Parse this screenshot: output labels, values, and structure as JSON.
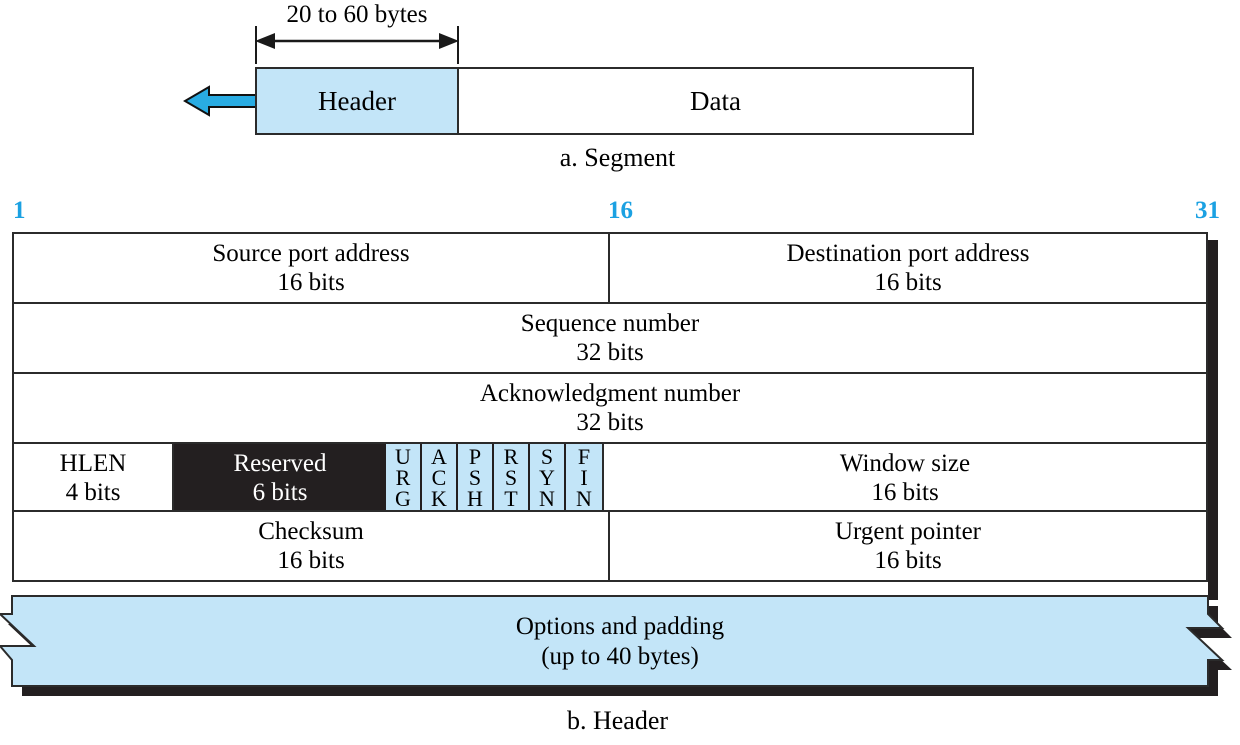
{
  "colors": {
    "light_blue": "#c3e5f8",
    "bit_label_blue": "#1ba1e2",
    "arrow_blue": "#29ace3",
    "reserved_black": "#231f20",
    "outline": "#2b2b2b"
  },
  "segment": {
    "dimension_label": "20 to 60 bytes",
    "header_label": "Header",
    "data_label": "Data",
    "caption": "a. Segment"
  },
  "header": {
    "caption": "b. Header",
    "bit_markers": {
      "start": "1",
      "middle": "16",
      "end": "31"
    },
    "rows": [
      {
        "type": "split",
        "left": {
          "name": "Source port address",
          "size": "16 bits"
        },
        "right": {
          "name": "Destination port address",
          "size": "16 bits"
        }
      },
      {
        "type": "full",
        "cell": {
          "name": "Sequence number",
          "size": "32 bits"
        }
      },
      {
        "type": "full",
        "cell": {
          "name": "Acknowledgment number",
          "size": "32 bits"
        }
      },
      {
        "type": "flags",
        "hlen": {
          "name": "HLEN",
          "size": "4 bits"
        },
        "reserved": {
          "name": "Reserved",
          "size": "6 bits"
        },
        "flags": [
          "URG",
          "ACK",
          "PSH",
          "RST",
          "SYN",
          "FIN"
        ],
        "window": {
          "name": "Window size",
          "size": "16 bits"
        }
      },
      {
        "type": "split",
        "left": {
          "name": "Checksum",
          "size": "16 bits"
        },
        "right": {
          "name": "Urgent pointer",
          "size": "16 bits"
        }
      }
    ],
    "options": {
      "name": "Options and padding",
      "size": "(up to 40 bytes)"
    }
  }
}
